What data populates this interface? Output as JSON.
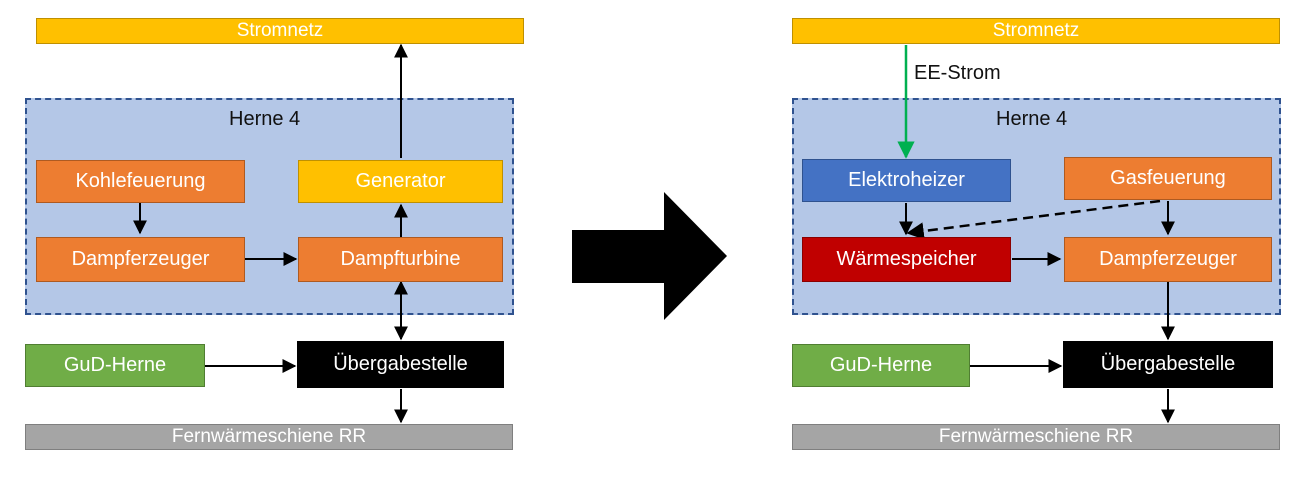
{
  "left": {
    "top_bar": "Stromnetz",
    "plant_title": "Herne 4",
    "boxes": {
      "kohlefeuerung": "Kohlefeuerung",
      "generator": "Generator",
      "dampferzeuger": "Dampferzeuger",
      "dampfturbine": "Dampfturbine",
      "gud_herne": "GuD-Herne",
      "uebergabestelle": "Übergabestelle"
    },
    "bottom_bar": "Fernwärmeschiene RR"
  },
  "right": {
    "top_bar": "Stromnetz",
    "ee_label": "EE-Strom",
    "plant_title": "Herne 4",
    "boxes": {
      "elektroheizer": "Elektroheizer",
      "gasfeuerung": "Gasfeuerung",
      "waermespeicher": "Wärmespeicher",
      "dampferzeuger": "Dampferzeuger",
      "gud_herne": "GuD-Herne",
      "uebergabestelle": "Übergabestelle"
    },
    "bottom_bar": "Fernwärmeschiene RR"
  },
  "colors": {
    "orange": "#ED7D31",
    "yellow": "#FFC000",
    "plant_bg": "#B4C7E7",
    "plant_border": "#2F528F",
    "green": "#70AD47",
    "black": "#000000",
    "gray": "#A5A5A5",
    "blue": "#4472C4",
    "red": "#C00000",
    "ee_line": "#00B050"
  }
}
